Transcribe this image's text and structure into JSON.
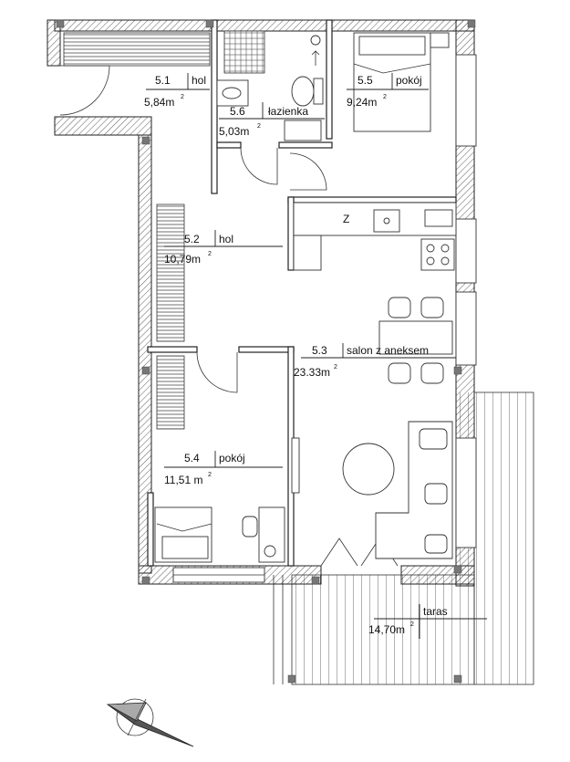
{
  "rooms": [
    {
      "id": "5.1",
      "name": "hol",
      "area": "5,84m",
      "sup": "2"
    },
    {
      "id": "5.6",
      "name": "łazienka",
      "area": "5,03m",
      "sup": "2"
    },
    {
      "id": "5.5",
      "name": "pokój",
      "area": "9,24m",
      "sup": "2"
    },
    {
      "id": "5.2",
      "name": "hol",
      "area": "10,79m",
      "sup": "2"
    },
    {
      "id": "5.3",
      "name": "salon z aneksem",
      "area": "23.33m",
      "sup": "2"
    },
    {
      "id": "5.4",
      "name": "pokój",
      "area": "11,51 m",
      "sup": "2"
    },
    {
      "id": "",
      "name": "taras",
      "area": "14,70m",
      "sup": "2"
    }
  ],
  "kitchen_mark": "Z",
  "icons": [
    "compass-rose-icon",
    "meter-icon",
    "door-swing-icon"
  ],
  "colors": {
    "line": "#222222",
    "column": "#777777",
    "background": "#ffffff"
  }
}
